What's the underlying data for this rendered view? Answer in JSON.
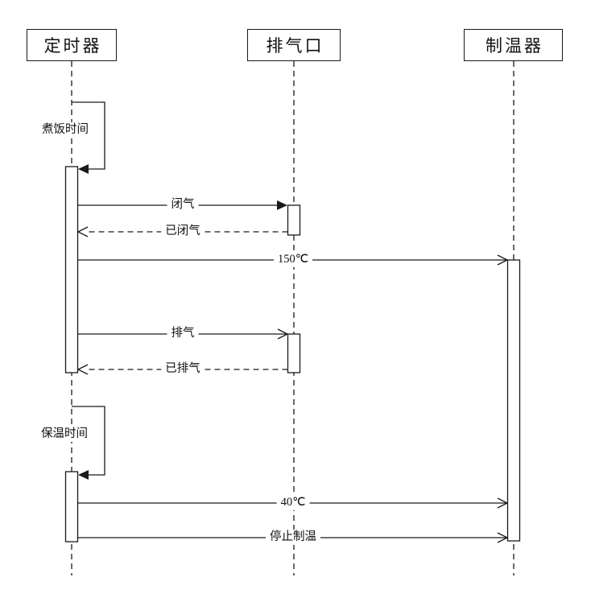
{
  "diagram": {
    "kind": "uml-sequence-diagram",
    "colors": {
      "line": "#1a1a1a",
      "background": "#ffffff"
    },
    "actors": [
      {
        "label": "定时器"
      },
      {
        "label": "排气口"
      },
      {
        "label": "制温器"
      }
    ],
    "messages": [
      {
        "label": "煮饭时间",
        "type": "self",
        "from": "定时器",
        "to": "定时器",
        "line": "solid",
        "arrow": "filled"
      },
      {
        "label": "闭气",
        "type": "message",
        "from": "定时器",
        "to": "排气口",
        "line": "solid",
        "arrow": "filled"
      },
      {
        "label": "已闭气",
        "type": "return",
        "from": "排气口",
        "to": "定时器",
        "line": "dashed",
        "arrow": "open"
      },
      {
        "label": "150℃",
        "type": "message",
        "from": "定时器",
        "to": "制温器",
        "line": "solid",
        "arrow": "open"
      },
      {
        "label": "排气",
        "type": "message",
        "from": "定时器",
        "to": "排气口",
        "line": "solid",
        "arrow": "open"
      },
      {
        "label": "已排气",
        "type": "return",
        "from": "排气口",
        "to": "定时器",
        "line": "dashed",
        "arrow": "open"
      },
      {
        "label": "保温时间",
        "type": "self",
        "from": "定时器",
        "to": "定时器",
        "line": "solid",
        "arrow": "filled"
      },
      {
        "label": "40℃",
        "type": "message",
        "from": "定时器",
        "to": "制温器",
        "line": "solid",
        "arrow": "open"
      },
      {
        "label": "停止制温",
        "type": "message",
        "from": "定时器",
        "to": "制温器",
        "line": "solid",
        "arrow": "open"
      }
    ]
  }
}
